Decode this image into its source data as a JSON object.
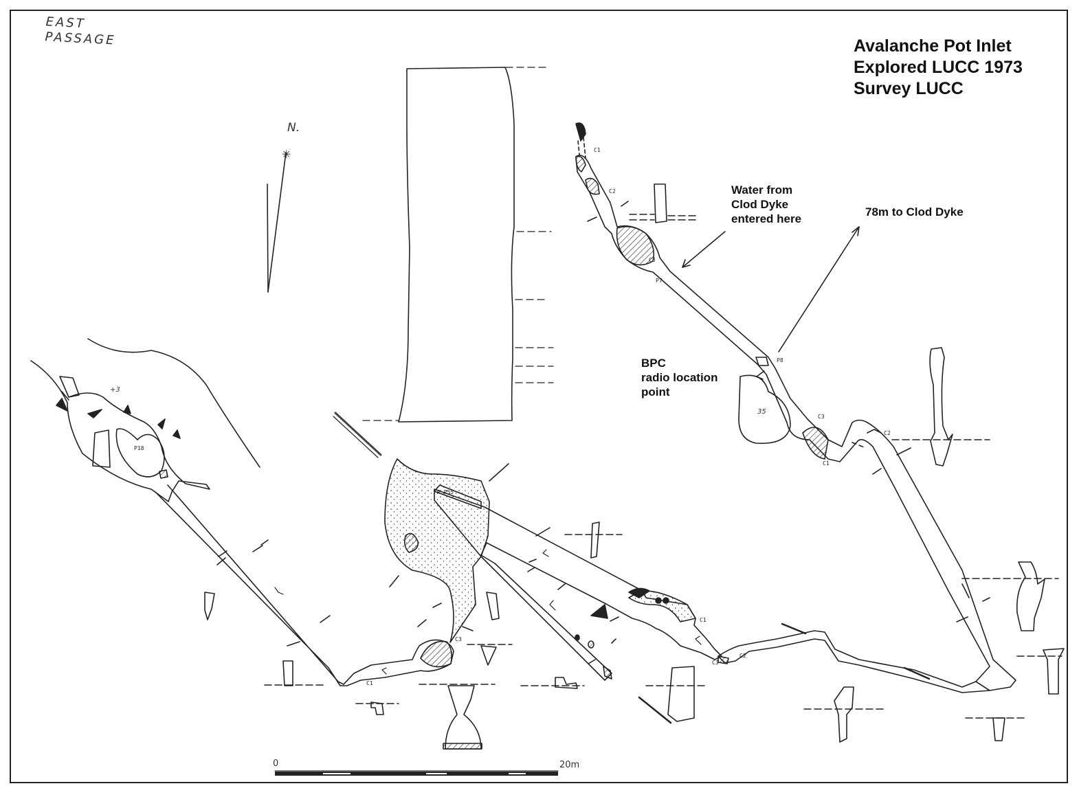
{
  "title": {
    "line1": "Avalanche Pot Inlet",
    "line2": "Explored LUCC 1973",
    "line3": "Survey LUCC"
  },
  "annotations": {
    "water_entry": [
      "Water from",
      "Clod Dyke",
      "entered here"
    ],
    "to_clod_dyke": "78m to Clod Dyke",
    "radio_point": [
      "BPC",
      "radio location",
      "point"
    ]
  },
  "handwritten": {
    "east_passage": [
      "EAST",
      "PASSAGE"
    ],
    "north": "N.",
    "plus3": "+3",
    "depth_35": "35"
  },
  "station_labels": [
    "C1",
    "C2",
    "C3",
    "P7",
    "P8",
    "P18",
    "C1",
    "C3",
    "C1",
    "C3",
    "C2",
    "C1",
    "C3",
    "C2",
    "R P55"
  ],
  "scale_bar": {
    "start": "0",
    "end": "20m"
  },
  "colors": {
    "ink": "#222222",
    "frame": "#222222",
    "paper": "#ffffff"
  }
}
